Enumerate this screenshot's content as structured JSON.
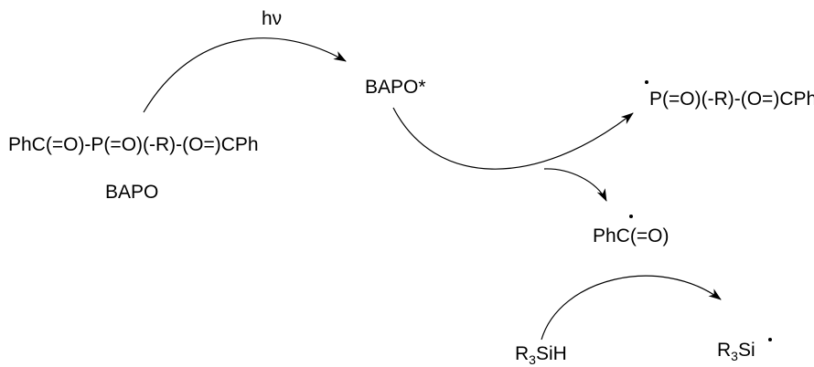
{
  "scheme": {
    "photon_label": "hν",
    "excited_state": "BAPO*",
    "reactant_formula": "PhC(=O)-P(=O)(-R)-(O=)CPh",
    "reactant_name": "BAPO",
    "phosphinoyl_radical": "P(=O)(-R)-(O=)CPh",
    "benzoyl_radical": "PhC(=O)",
    "silane": {
      "prefix": "R",
      "subscript": "3",
      "suffix": "SiH"
    },
    "silyl_radical": {
      "prefix": "R",
      "subscript": "3",
      "suffix": "Si"
    }
  }
}
